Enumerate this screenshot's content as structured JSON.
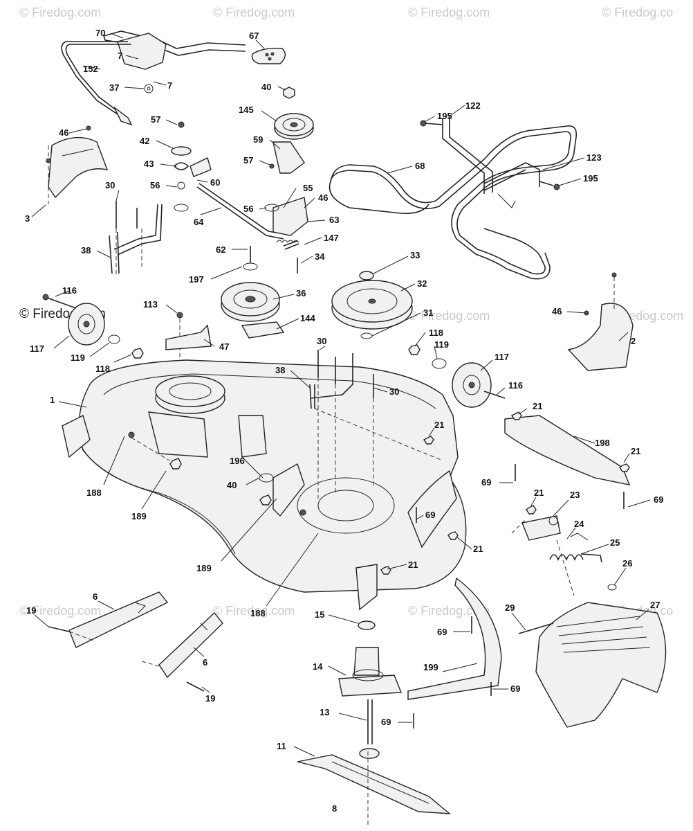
{
  "watermarks": {
    "top": [
      "© Firedog.com",
      "© Firedog.com",
      "© Firedog.com",
      "© Firedog.co"
    ],
    "middle_left": "© Firedog.com",
    "middle_right": "© Firedog.com",
    "middle_center": "© Firedog.com",
    "lower": [
      "© Firedog.com",
      "© Firedog.com",
      "© Firedog.com",
      "© Firedog.co"
    ]
  },
  "page_marker": "8",
  "labels": {
    "p70": "70",
    "p7a": "7",
    "p7b": "7",
    "p152": "152",
    "p37": "37",
    "p67": "67",
    "p46a": "46",
    "p3": "3",
    "p57a": "57",
    "p42": "42",
    "p43": "43",
    "p56a": "56",
    "p60": "60",
    "p64": "64",
    "p30a": "30",
    "p38a": "38",
    "p40a": "40",
    "p145": "145",
    "p59": "59",
    "p57b": "57",
    "p56b": "56",
    "p55": "55",
    "p46b": "46",
    "p63": "63",
    "p147": "147",
    "p62": "62",
    "p34": "34",
    "p197": "197",
    "p36": "36",
    "p144": "144",
    "p195a": "195",
    "p122": "122",
    "p123": "123",
    "p195b": "195",
    "p68": "68",
    "p33": "33",
    "p32": "32",
    "p31": "31",
    "p116a": "116",
    "p117a": "117",
    "p119a": "119",
    "p118a": "118",
    "p113": "113",
    "p47": "47",
    "p30b": "30",
    "p38b": "38",
    "p30c": "30",
    "p118b": "118",
    "p119b": "119",
    "p117b": "117",
    "p116b": "116",
    "p46c": "46",
    "p2": "2",
    "p1": "1",
    "p188a": "188",
    "p189a": "189",
    "p196": "196",
    "p40b": "40",
    "p21a": "21",
    "p21b": "21",
    "p198": "198",
    "p21c": "21",
    "p69a": "69",
    "p69b": "69",
    "p69c": "69",
    "p21d": "21",
    "p23": "23",
    "p24": "24",
    "p25": "25",
    "p21e": "21",
    "p21f": "21",
    "p189b": "189",
    "p188b": "188",
    "p26": "26",
    "p27": "27",
    "p29": "29",
    "p69d": "69",
    "p6a": "6",
    "p19a": "19",
    "p6b": "6",
    "p19b": "19",
    "p15": "15",
    "p14": "14",
    "p199": "199",
    "p69e": "69",
    "p13": "13",
    "p69f": "69",
    "p11": "11"
  },
  "colors": {
    "ink": "#222222",
    "watermark": "#c9c9c9",
    "background": "#ffffff"
  }
}
